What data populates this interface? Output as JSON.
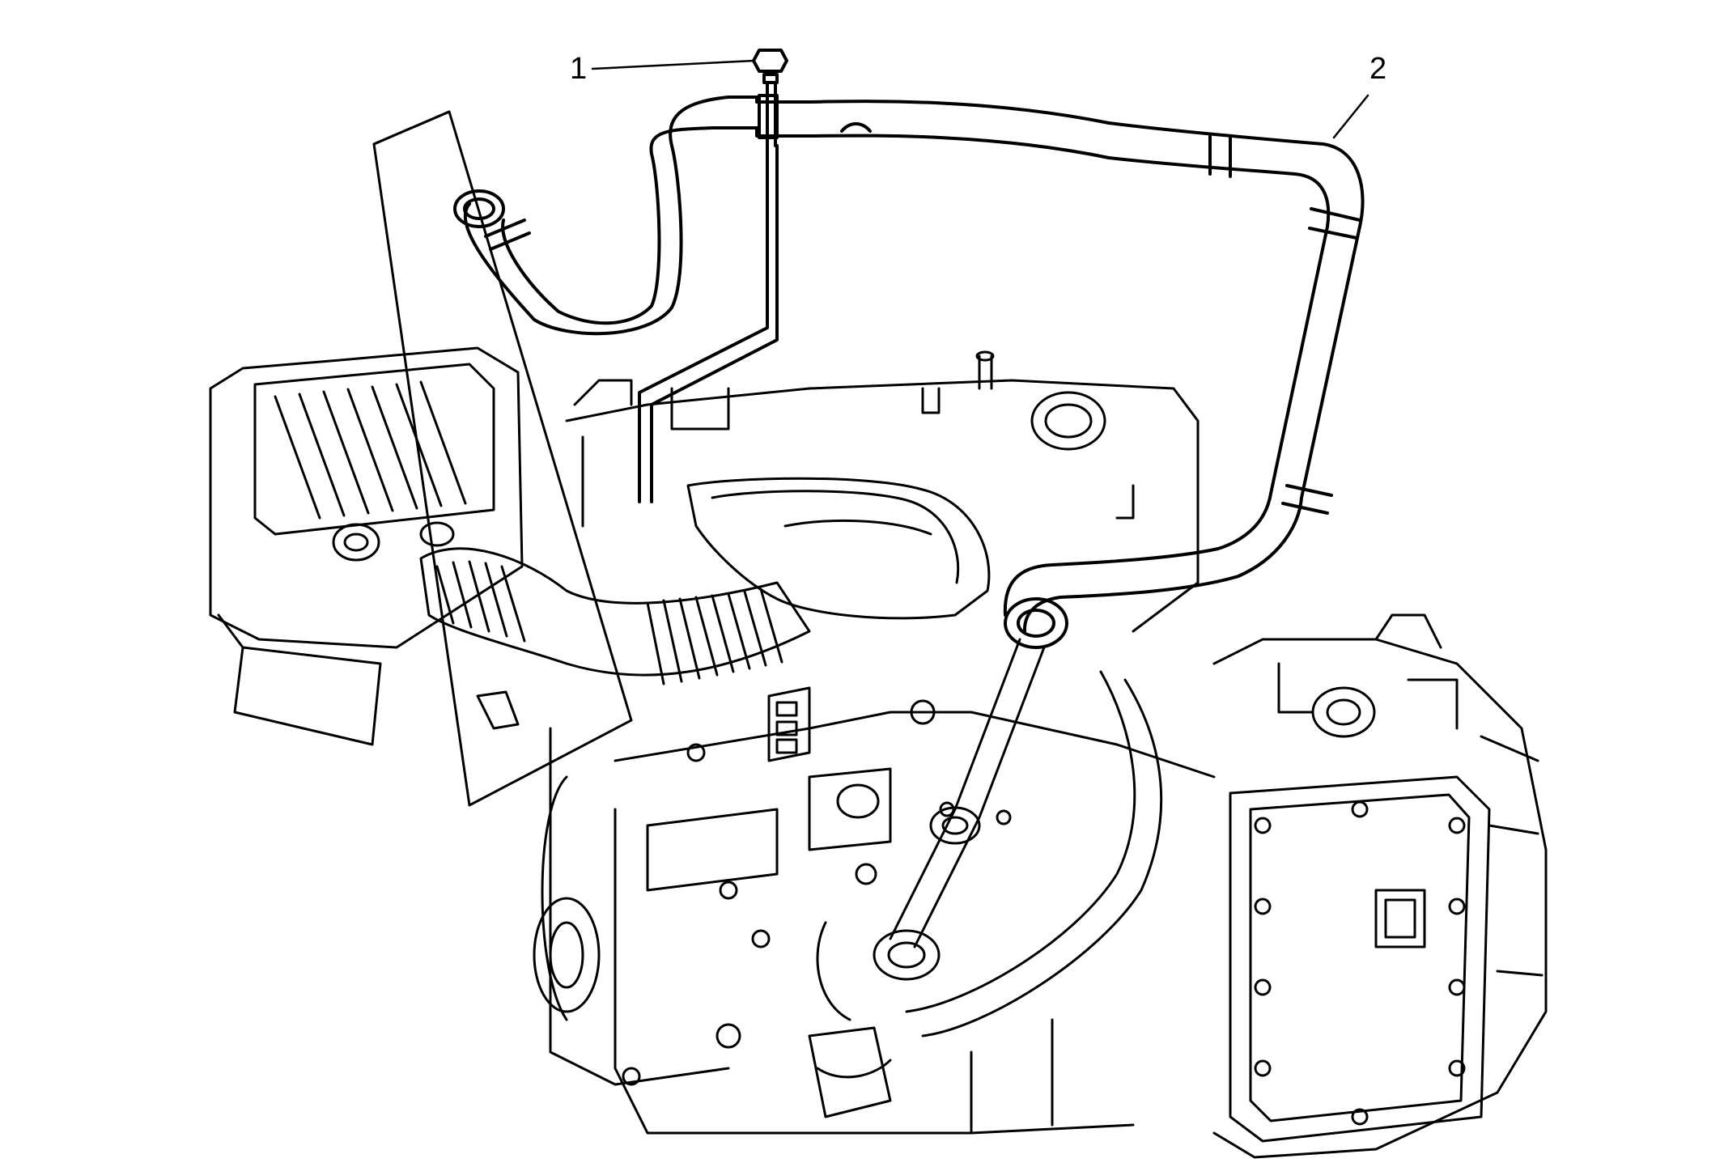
{
  "callouts": [
    {
      "id": "1",
      "label": "1",
      "part": "bolt"
    },
    {
      "id": "2",
      "label": "2",
      "part": "hose"
    }
  ],
  "colors": {
    "line": "#000000",
    "background": "#ffffff"
  }
}
